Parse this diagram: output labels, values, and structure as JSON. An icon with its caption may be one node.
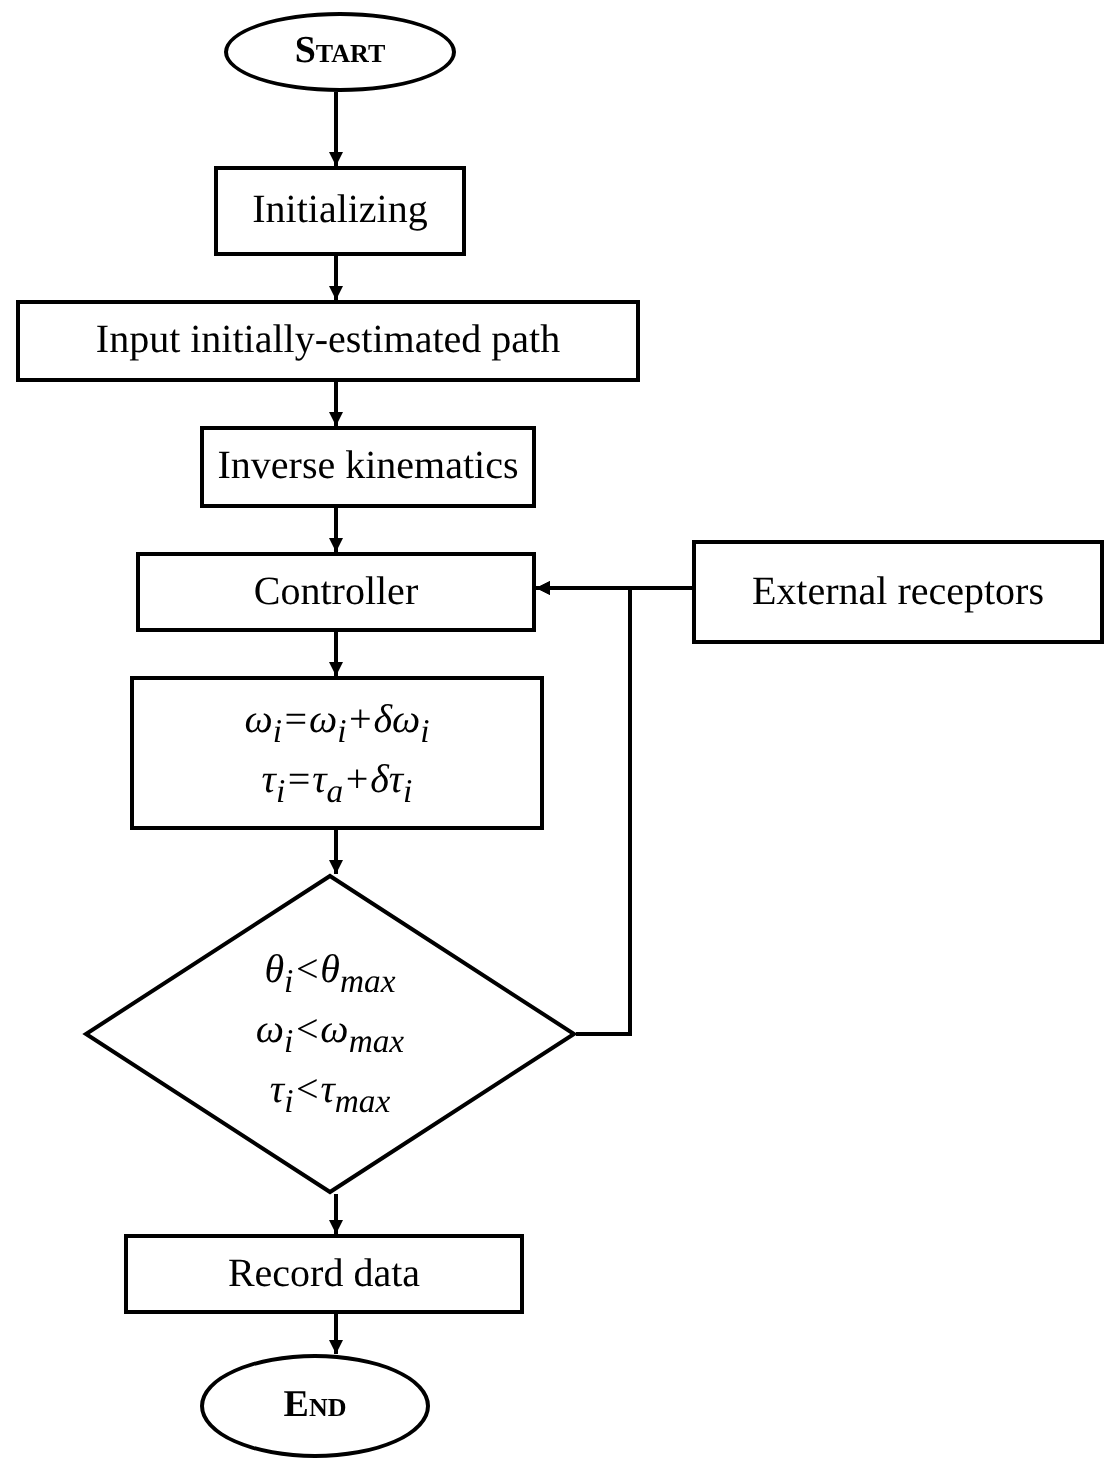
{
  "diagram": {
    "nodes": [
      {
        "text": [
          "Start"
        ]
      },
      {
        "text": [
          "Initializing"
        ]
      },
      {
        "text": [
          "Input initially-estimated path"
        ]
      },
      {
        "text": [
          "Inverse kinematics"
        ]
      },
      {
        "text": [
          "Controller"
        ]
      },
      {
        "text": [
          "ω$_{i}$=ω$_{i}$+δω$_{i}$",
          "τ$_{i}$=τ$_{a}$+δτ$_{i}$"
        ]
      },
      {
        "text": [
          "θ$_{i}$<θ$_{max}$",
          "ω$_{i}$<ω$_{max}$",
          "τ$_{i}$<τ$_{max}$"
        ]
      },
      {
        "text": [
          "Record data"
        ]
      },
      {
        "text": [
          "End"
        ]
      },
      {
        "text": [
          "External receptors"
        ]
      }
    ],
    "edges": [
      {
        "from": 0,
        "to": 1,
        "arrow": "to"
      },
      {
        "from": 1,
        "to": 2,
        "arrow": "to"
      },
      {
        "from": 2,
        "to": 3,
        "arrow": "to"
      },
      {
        "from": 3,
        "to": 4,
        "arrow": "to"
      },
      {
        "from": 4,
        "to": 5,
        "arrow": "to"
      },
      {
        "from": 5,
        "to": 6,
        "arrow": "to"
      },
      {
        "from": 6,
        "to": 4,
        "arrow": "to"
      },
      {
        "from": 9,
        "to": 4,
        "arrow": "to"
      },
      {
        "from": 6,
        "to": 7,
        "arrow": "to"
      },
      {
        "from": 7,
        "to": 8,
        "arrow": "to"
      }
    ]
  }
}
